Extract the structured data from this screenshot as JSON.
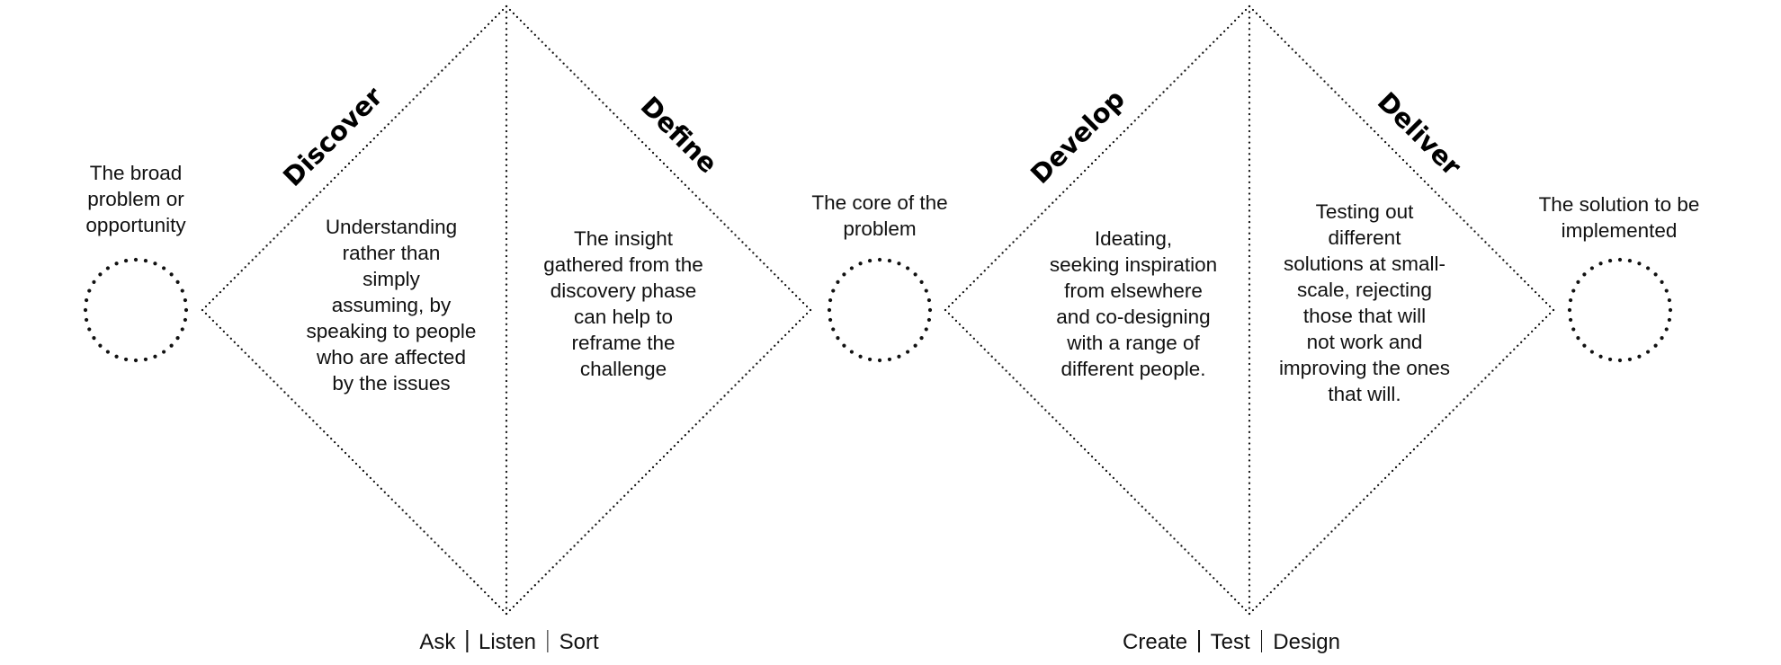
{
  "diagram": {
    "title": "Double Diamond design process",
    "colors": {
      "ink": "#111111",
      "background": "#ffffff"
    },
    "stages": [
      {
        "id": "start",
        "text": [
          "The broad",
          "problem or",
          "opportunity"
        ]
      },
      {
        "id": "middle",
        "text": [
          "The core of the",
          "problem"
        ]
      },
      {
        "id": "end",
        "text": [
          "The solution to be",
          "implemented"
        ]
      }
    ],
    "phases": [
      {
        "label": "Discover",
        "description": [
          "Understanding",
          "rather than",
          "simply",
          "assuming, by",
          "speaking to people",
          "who are affected",
          "by the issues"
        ]
      },
      {
        "label": "Define",
        "description": [
          "The insight",
          "gathered from the",
          "discovery phase",
          "can help to",
          "reframe the",
          "challenge"
        ]
      },
      {
        "label": "Develop",
        "description": [
          "Ideating,",
          "seeking inspiration",
          "from elsewhere",
          "and co-designing",
          "with a range of",
          "different people."
        ]
      },
      {
        "label": "Deliver",
        "description": [
          "Testing out",
          "different",
          "solutions at small-",
          "scale, rejecting",
          "those that will",
          "not work and",
          "improving the ones",
          "that will."
        ]
      }
    ],
    "methods": [
      {
        "items": [
          "Ask",
          "Listen",
          "Sort"
        ]
      },
      {
        "items": [
          "Create",
          "Test",
          "Design"
        ]
      }
    ]
  }
}
